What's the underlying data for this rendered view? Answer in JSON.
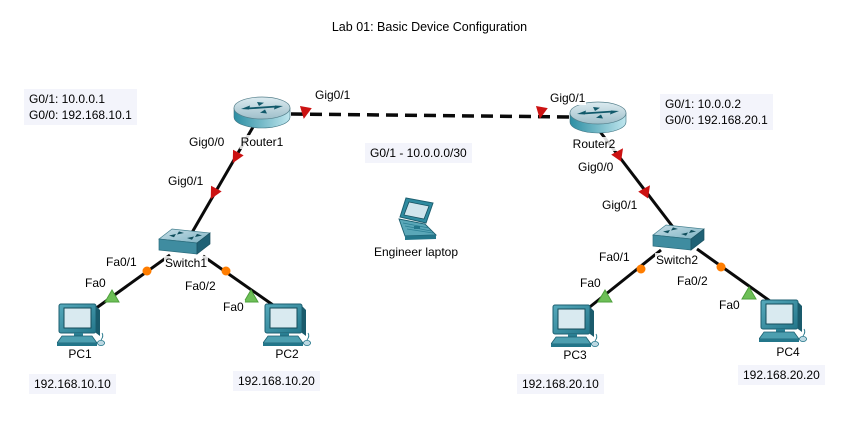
{
  "title": "Lab 01: Basic Device Configuration",
  "notes": {
    "router1_ips": {
      "line1": "G0/1: 10.0.0.1",
      "line2": "G0/0: 192.168.10.1"
    },
    "router2_ips": {
      "line1": "G0/1: 10.0.0.2",
      "line2": "G0/0: 192.168.20.1"
    },
    "wan_subnet": "G0/1 - 10.0.0.0/30",
    "pc1_ip": "192.168.10.10",
    "pc2_ip": "192.168.10.20",
    "pc3_ip": "192.168.20.10",
    "pc4_ip": "192.168.20.20"
  },
  "devices": {
    "router1": "Router1",
    "router2": "Router2",
    "switch1": "Switch1",
    "switch2": "Switch2",
    "pc1": "PC1",
    "pc2": "PC2",
    "pc3": "PC3",
    "pc4": "PC4",
    "laptop": "Engineer laptop"
  },
  "ports": {
    "r1_wan": "Gig0/1",
    "r2_wan": "Gig0/1",
    "r1_lan": "Gig0/0",
    "sw1_uplink": "Gig0/1",
    "r2_lan": "Gig0/0",
    "sw2_uplink": "Gig0/1",
    "sw1_fa01": "Fa0/1",
    "sw1_fa02": "Fa0/2",
    "pc1_fa0": "Fa0",
    "pc2_fa0": "Fa0",
    "sw2_fa01": "Fa0/1",
    "sw2_fa02": "Fa0/2",
    "pc3_fa0": "Fa0",
    "pc4_fa0": "Fa0"
  },
  "colors": {
    "link": "#000000",
    "status_down_red": "#cc1212",
    "status_amber": "#ff7d00",
    "status_up_green": "#6dbf57",
    "device_teal": "#2f93a8",
    "note_background": "#f3f4fb"
  }
}
